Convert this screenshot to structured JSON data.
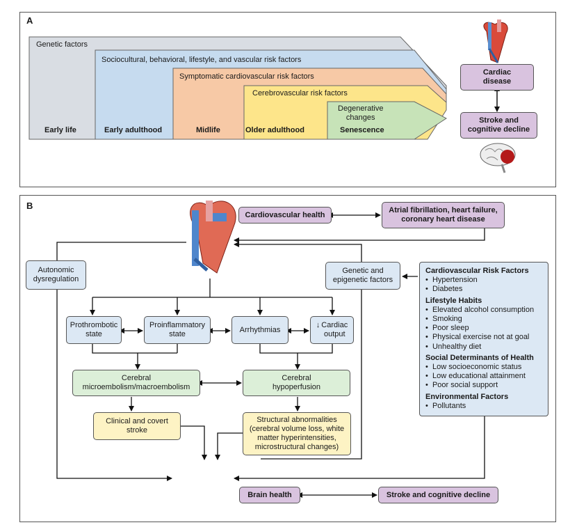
{
  "panel_a": {
    "letter": "A",
    "bands": [
      {
        "label": "Genetic factors",
        "color": "#d9dde3"
      },
      {
        "label": "Sociocultural, behavioral, lifestyle, and vascular risk factors",
        "color": "#c6dbef"
      },
      {
        "label": "Symptomatic cardiovascular risk factors",
        "color": "#f7c9a6"
      },
      {
        "label": "Cerebrovascular risk factors",
        "color": "#fde58a"
      },
      {
        "label": "Degenerative\nchanges",
        "color": "#c7e3b8"
      }
    ],
    "stages": [
      "Early life",
      "Early adulthood",
      "Midlife",
      "Older adulthood",
      "Senescence"
    ],
    "cardiac_disease": "Cardiac\ndisease",
    "stroke_cognitive": "Stroke and\ncognitive decline"
  },
  "panel_b": {
    "letter": "B",
    "cardiovascular_health": "Cardiovascular health",
    "afib_box": "Atrial fibrillation, heart failure,\ncoronary heart disease",
    "autonomic": "Autonomic\ndysregulation",
    "genetic": "Genetic and\nepigenetic factors",
    "prothrombotic": "Prothrombotic\nstate",
    "proinflammatory": "Proinflammatory\nstate",
    "arrhythmias": "Arrhythmias",
    "cardiac_output_arrow": "↓",
    "cardiac_output": "Cardiac\noutput",
    "microembolism": "Cerebral\nmicroembolism/macroembolism",
    "hypoperfusion": "Cerebral\nhypoperfusion",
    "clinical_stroke": "Clinical and covert\nstroke",
    "structural": "Structural abnormalities\n(cerebral volume loss, white\nmatter hyperintensities,\nmicrostructural changes)",
    "brain_health": "Brain health",
    "stroke_decline": "Stroke and cognitive decline",
    "risk_panel": [
      {
        "heading": "Cardiovascular Risk Factors",
        "items": [
          "Hypertension",
          "Diabetes"
        ]
      },
      {
        "heading": "Lifestyle Habits",
        "items": [
          "Elevated alcohol consumption",
          "Smoking",
          "Poor sleep",
          "Physical exercise not at goal",
          "Unhealthy diet"
        ]
      },
      {
        "heading": "Social Determinants of Health",
        "items": [
          "Low socioeconomic status",
          "Low educational attainment",
          "Poor social support"
        ]
      },
      {
        "heading": "Environmental Factors",
        "items": [
          "Pollutants"
        ]
      }
    ]
  },
  "colors": {
    "purple_box": "#d9c3df",
    "blue_box": "#dce8f4",
    "green_box": "#dcefd8",
    "yellow_box": "#fdf3c4"
  }
}
